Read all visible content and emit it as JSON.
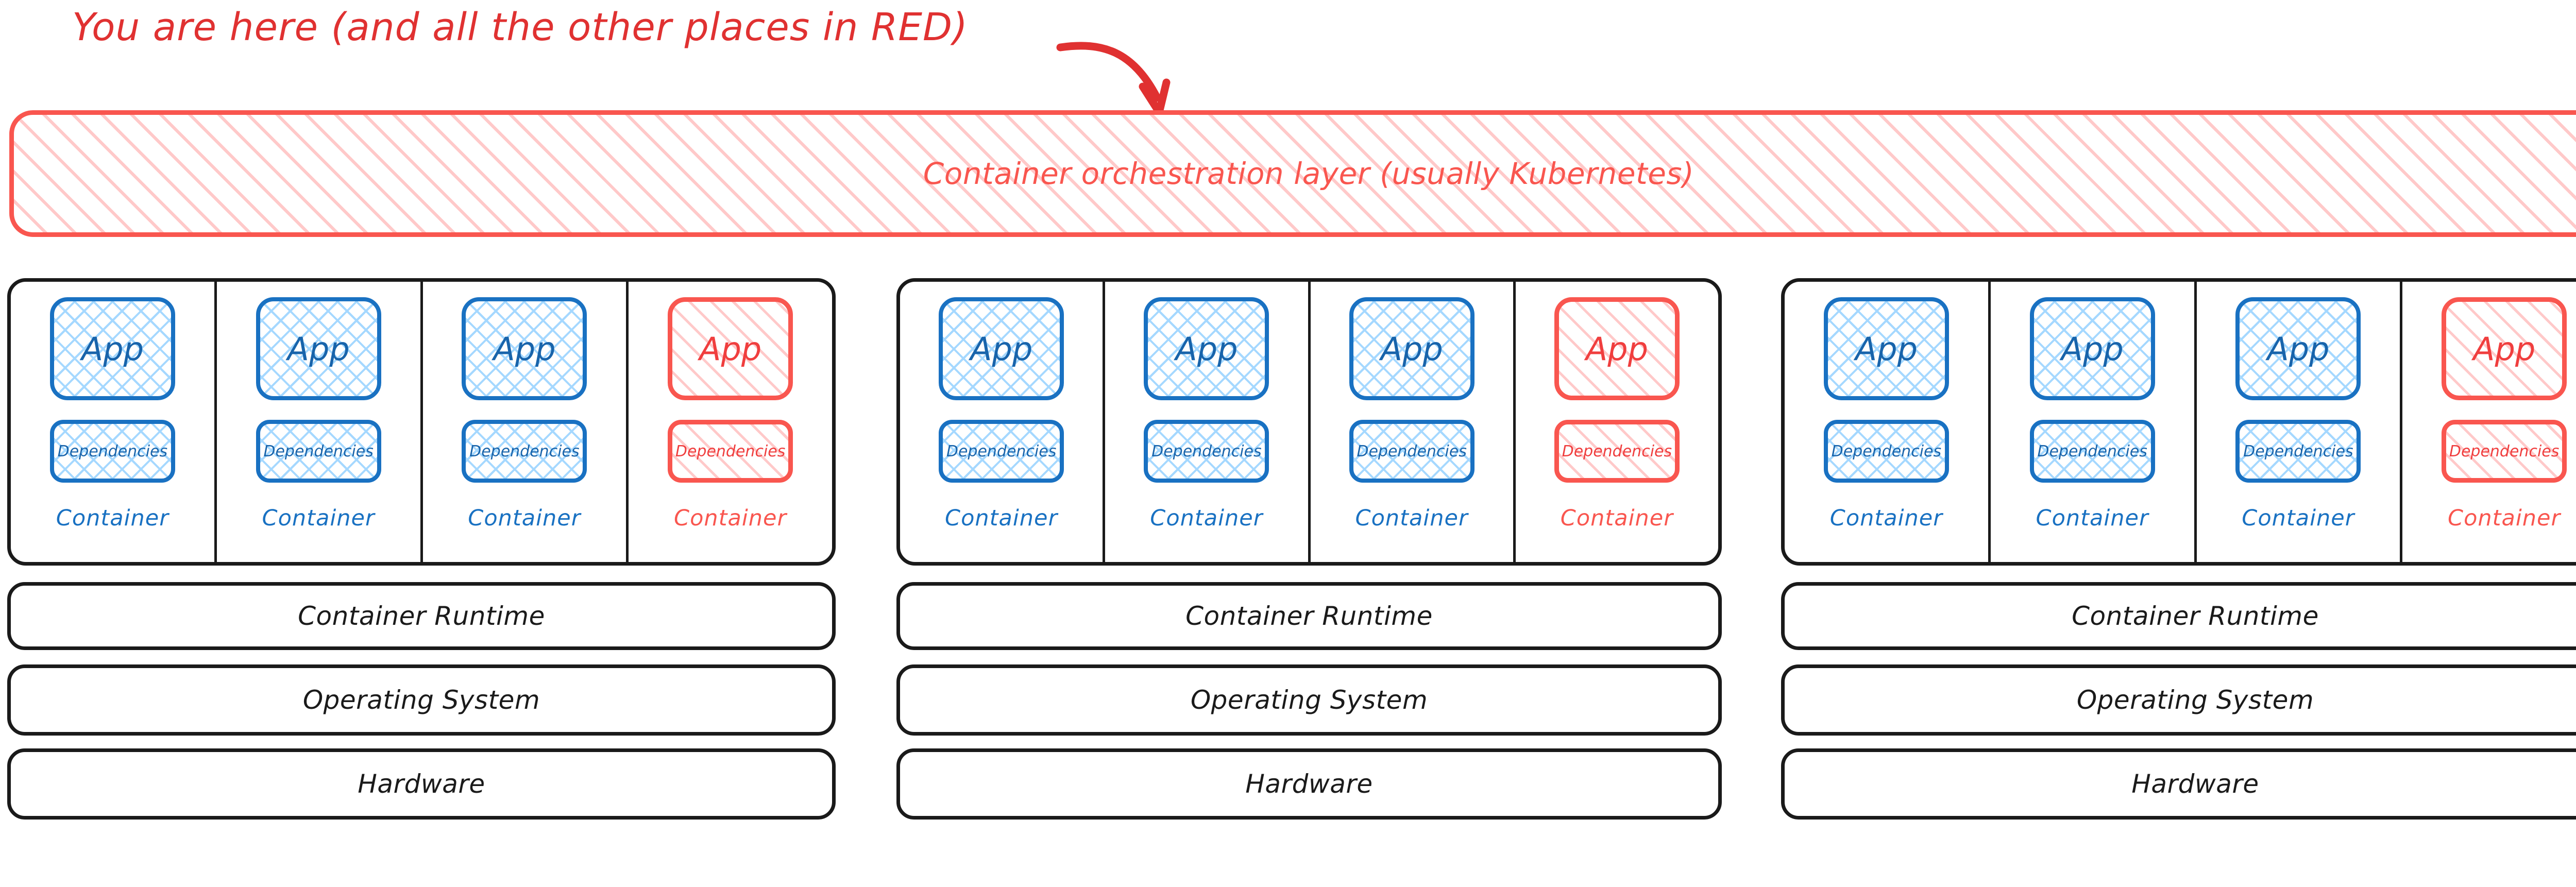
{
  "annotation": {
    "text": "You are here (and all the other places in RED)",
    "arrow_icon": "curved-arrow-icon",
    "color": "#e03131"
  },
  "orchestration": {
    "label": "Container orchestration layer (usually Kubernetes)",
    "border_color": "#f9564f",
    "hatch_color": "#ffc9c9",
    "fill": "diagonal-hatch"
  },
  "colors": {
    "blue_border": "#1971c2",
    "blue_hatch": "#a5d8ff",
    "blue_text": "#1864ab",
    "red": "#f9564f",
    "black": "#1a1a1a"
  },
  "labels": {
    "app": "App",
    "dependencies": "Dependencies",
    "container": "Container",
    "container_runtime": "Container Runtime",
    "operating_system": "Operating System",
    "hardware": "Hardware"
  },
  "nodes": [
    {
      "id": "node-1",
      "containers": [
        {
          "app": "App",
          "dependencies": "Dependencies",
          "label": "Container",
          "highlight": "blue"
        },
        {
          "app": "App",
          "dependencies": "Dependencies",
          "label": "Container",
          "highlight": "blue"
        },
        {
          "app": "App",
          "dependencies": "Dependencies",
          "label": "Container",
          "highlight": "blue"
        },
        {
          "app": "App",
          "dependencies": "Dependencies",
          "label": "Container",
          "highlight": "red"
        }
      ],
      "layers": [
        "Container Runtime",
        "Operating System",
        "Hardware"
      ]
    },
    {
      "id": "node-2",
      "containers": [
        {
          "app": "App",
          "dependencies": "Dependencies",
          "label": "Container",
          "highlight": "blue"
        },
        {
          "app": "App",
          "dependencies": "Dependencies",
          "label": "Container",
          "highlight": "blue"
        },
        {
          "app": "App",
          "dependencies": "Dependencies",
          "label": "Container",
          "highlight": "blue"
        },
        {
          "app": "App",
          "dependencies": "Dependencies",
          "label": "Container",
          "highlight": "red"
        }
      ],
      "layers": [
        "Container Runtime",
        "Operating System",
        "Hardware"
      ]
    },
    {
      "id": "node-3",
      "containers": [
        {
          "app": "App",
          "dependencies": "Dependencies",
          "label": "Container",
          "highlight": "blue"
        },
        {
          "app": "App",
          "dependencies": "Dependencies",
          "label": "Container",
          "highlight": "blue"
        },
        {
          "app": "App",
          "dependencies": "Dependencies",
          "label": "Container",
          "highlight": "blue"
        },
        {
          "app": "App",
          "dependencies": "Dependencies",
          "label": "Container",
          "highlight": "red"
        }
      ],
      "layers": [
        "Container Runtime",
        "Operating System",
        "Hardware"
      ]
    }
  ]
}
